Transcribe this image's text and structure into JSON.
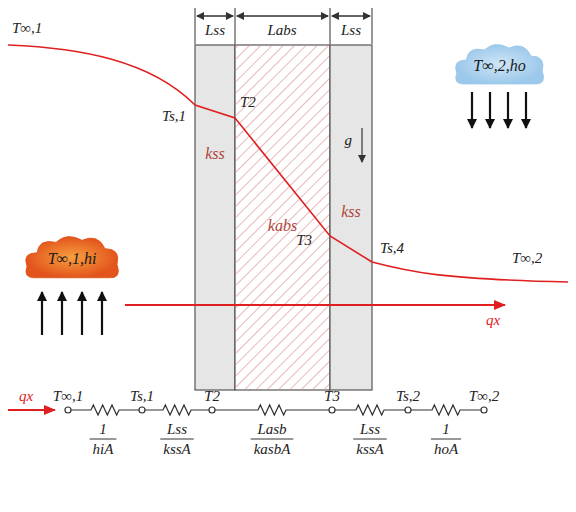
{
  "diagram": {
    "nodes": [
      {
        "text": [
          "kss"
        ]
      },
      {
        "text": [
          "kabs"
        ]
      },
      {
        "text": [
          "kss"
        ]
      },
      {
        "text": [
          "T∞,2,ho"
        ]
      },
      {
        "text": [
          "T∞,1,hi"
        ]
      }
    ],
    "labels": [
      "Lss",
      "Labs",
      "Lss",
      "T∞,1",
      "Ts,1",
      "T2",
      "T3",
      "Ts,4",
      "T∞,2",
      "g",
      "qx",
      "qx",
      "T∞,1",
      "Ts,1",
      "T2",
      "T3",
      "Ts,2",
      "T∞,2",
      "1",
      "hiA",
      "Lss",
      "kssA",
      "Lasb",
      "kasbA",
      "Lss",
      "kssA",
      "1",
      "hoA"
    ]
  }
}
